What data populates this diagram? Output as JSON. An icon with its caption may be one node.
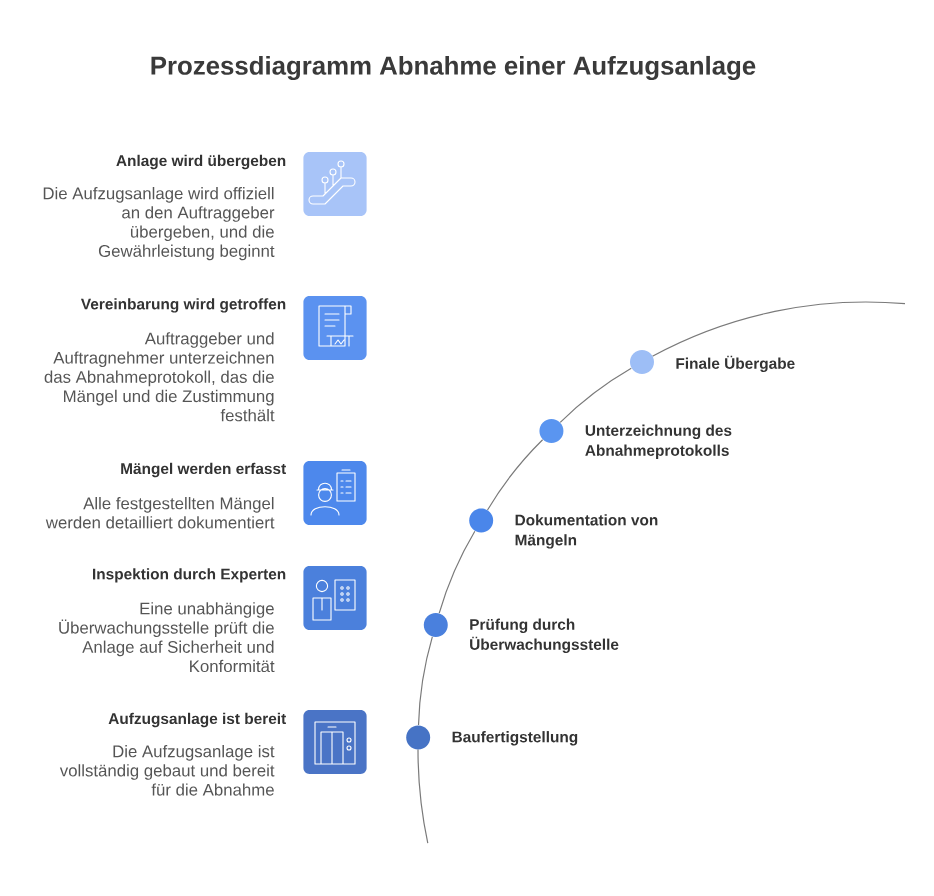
{
  "diagram": {
    "title": "Prozessdiagramm Abnahme einer Aufzugsanlage",
    "nodes": [
      {
        "text": [],
        "shape": "picture",
        "beside": [
          "Anlage wird übergeben",
          "Die Aufzugsanlage wird offiziell an den Auftraggeber übergeben, und die Gewährleistung beginnt"
        ]
      },
      {
        "text": [],
        "shape": "picture",
        "beside": [
          "Vereinbarung wird getroffen",
          "Auftraggeber und Auftragnehmer unterzeichnen das Abnahmeprotokoll, das die Mängel und die Zustimmung festhält"
        ]
      },
      {
        "text": [],
        "shape": "picture",
        "beside": [
          "Mängel werden erfasst",
          "Alle festgestellten Mängel werden detailliert dokumentiert"
        ]
      },
      {
        "text": [],
        "shape": "picture",
        "beside": [
          "Inspektion durch Experten",
          "Eine unabhängige Überwachungsstelle prüft die Anlage auf Sicherheit und Konformität"
        ]
      },
      {
        "text": [],
        "shape": "picture",
        "beside": [
          "Aufzugsanlage ist bereit",
          "Die Aufzugsanlage ist vollständig gebaut und bereit für die Abnahme"
        ]
      },
      {
        "text": [],
        "shape": "circle",
        "beside": [
          "Finale Übergabe"
        ]
      },
      {
        "text": [],
        "shape": "circle",
        "beside": [
          "Unterzeichnung des Abnahmeprotokolls"
        ]
      },
      {
        "text": [],
        "shape": "circle",
        "beside": [
          "Dokumentation von Mängeln"
        ]
      },
      {
        "text": [],
        "shape": "circle",
        "beside": [
          "Prüfung durch Überwachungsstelle"
        ]
      },
      {
        "text": [],
        "shape": "circle",
        "beside": [
          "Baufertigstellung"
        ]
      }
    ],
    "edges": [
      {
        "from": 9,
        "to": 8,
        "arrow": "none"
      },
      {
        "from": 8,
        "to": 7,
        "arrow": "none"
      },
      {
        "from": 7,
        "to": 6,
        "arrow": "none"
      },
      {
        "from": 6,
        "to": 5,
        "arrow": "none"
      }
    ]
  }
}
